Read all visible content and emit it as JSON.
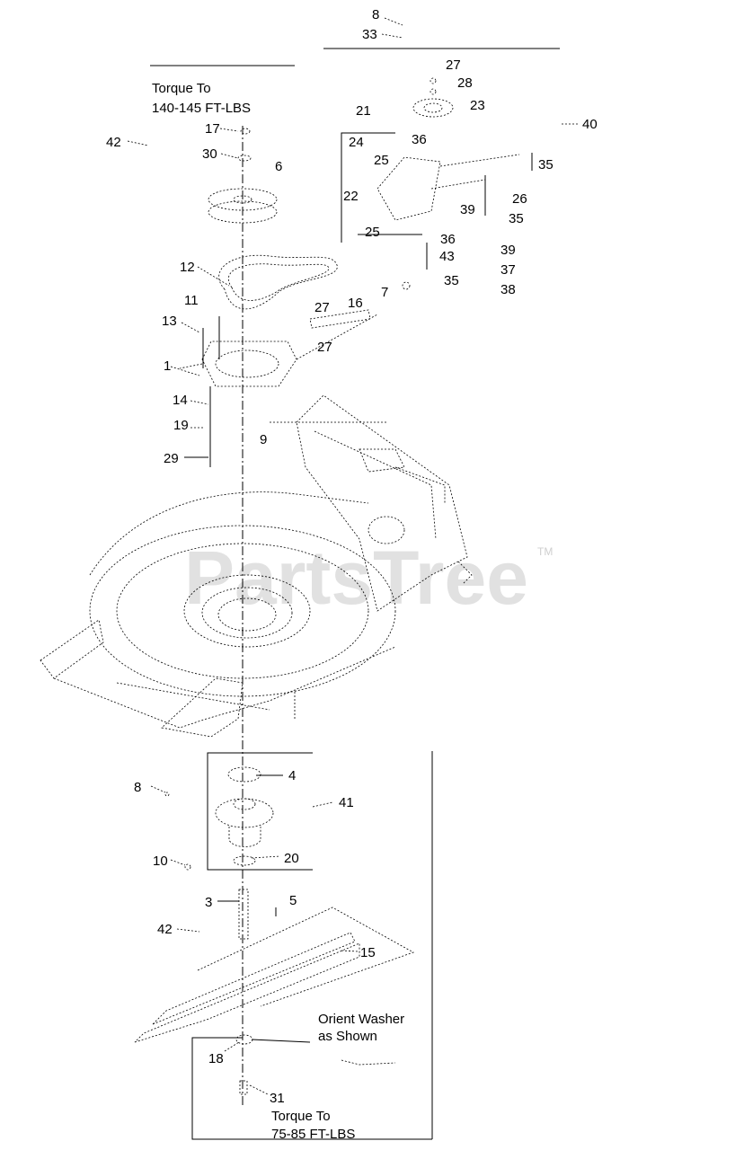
{
  "notes": {
    "torque_top_1": "Torque To",
    "torque_top_2": "140-145 FT-LBS",
    "orient_1": "Orient Washer",
    "orient_2": "as Shown",
    "torque_bottom_1": "Torque To",
    "torque_bottom_2": "75-85 FT-LBS"
  },
  "watermark": {
    "text": "PartsTree",
    "tm": "TM"
  },
  "callouts": [
    "8",
    "33",
    "27",
    "28",
    "23",
    "21",
    "40",
    "36",
    "24",
    "25",
    "35",
    "22",
    "26",
    "39",
    "35",
    "25",
    "36",
    "39",
    "43",
    "37",
    "35",
    "7",
    "38",
    "17",
    "42",
    "30",
    "6",
    "12",
    "11",
    "16",
    "27",
    "13",
    "27",
    "1",
    "14",
    "9",
    "19",
    "29",
    "4",
    "41",
    "8",
    "10",
    "20",
    "3",
    "5",
    "42",
    "15",
    "18",
    "31"
  ]
}
